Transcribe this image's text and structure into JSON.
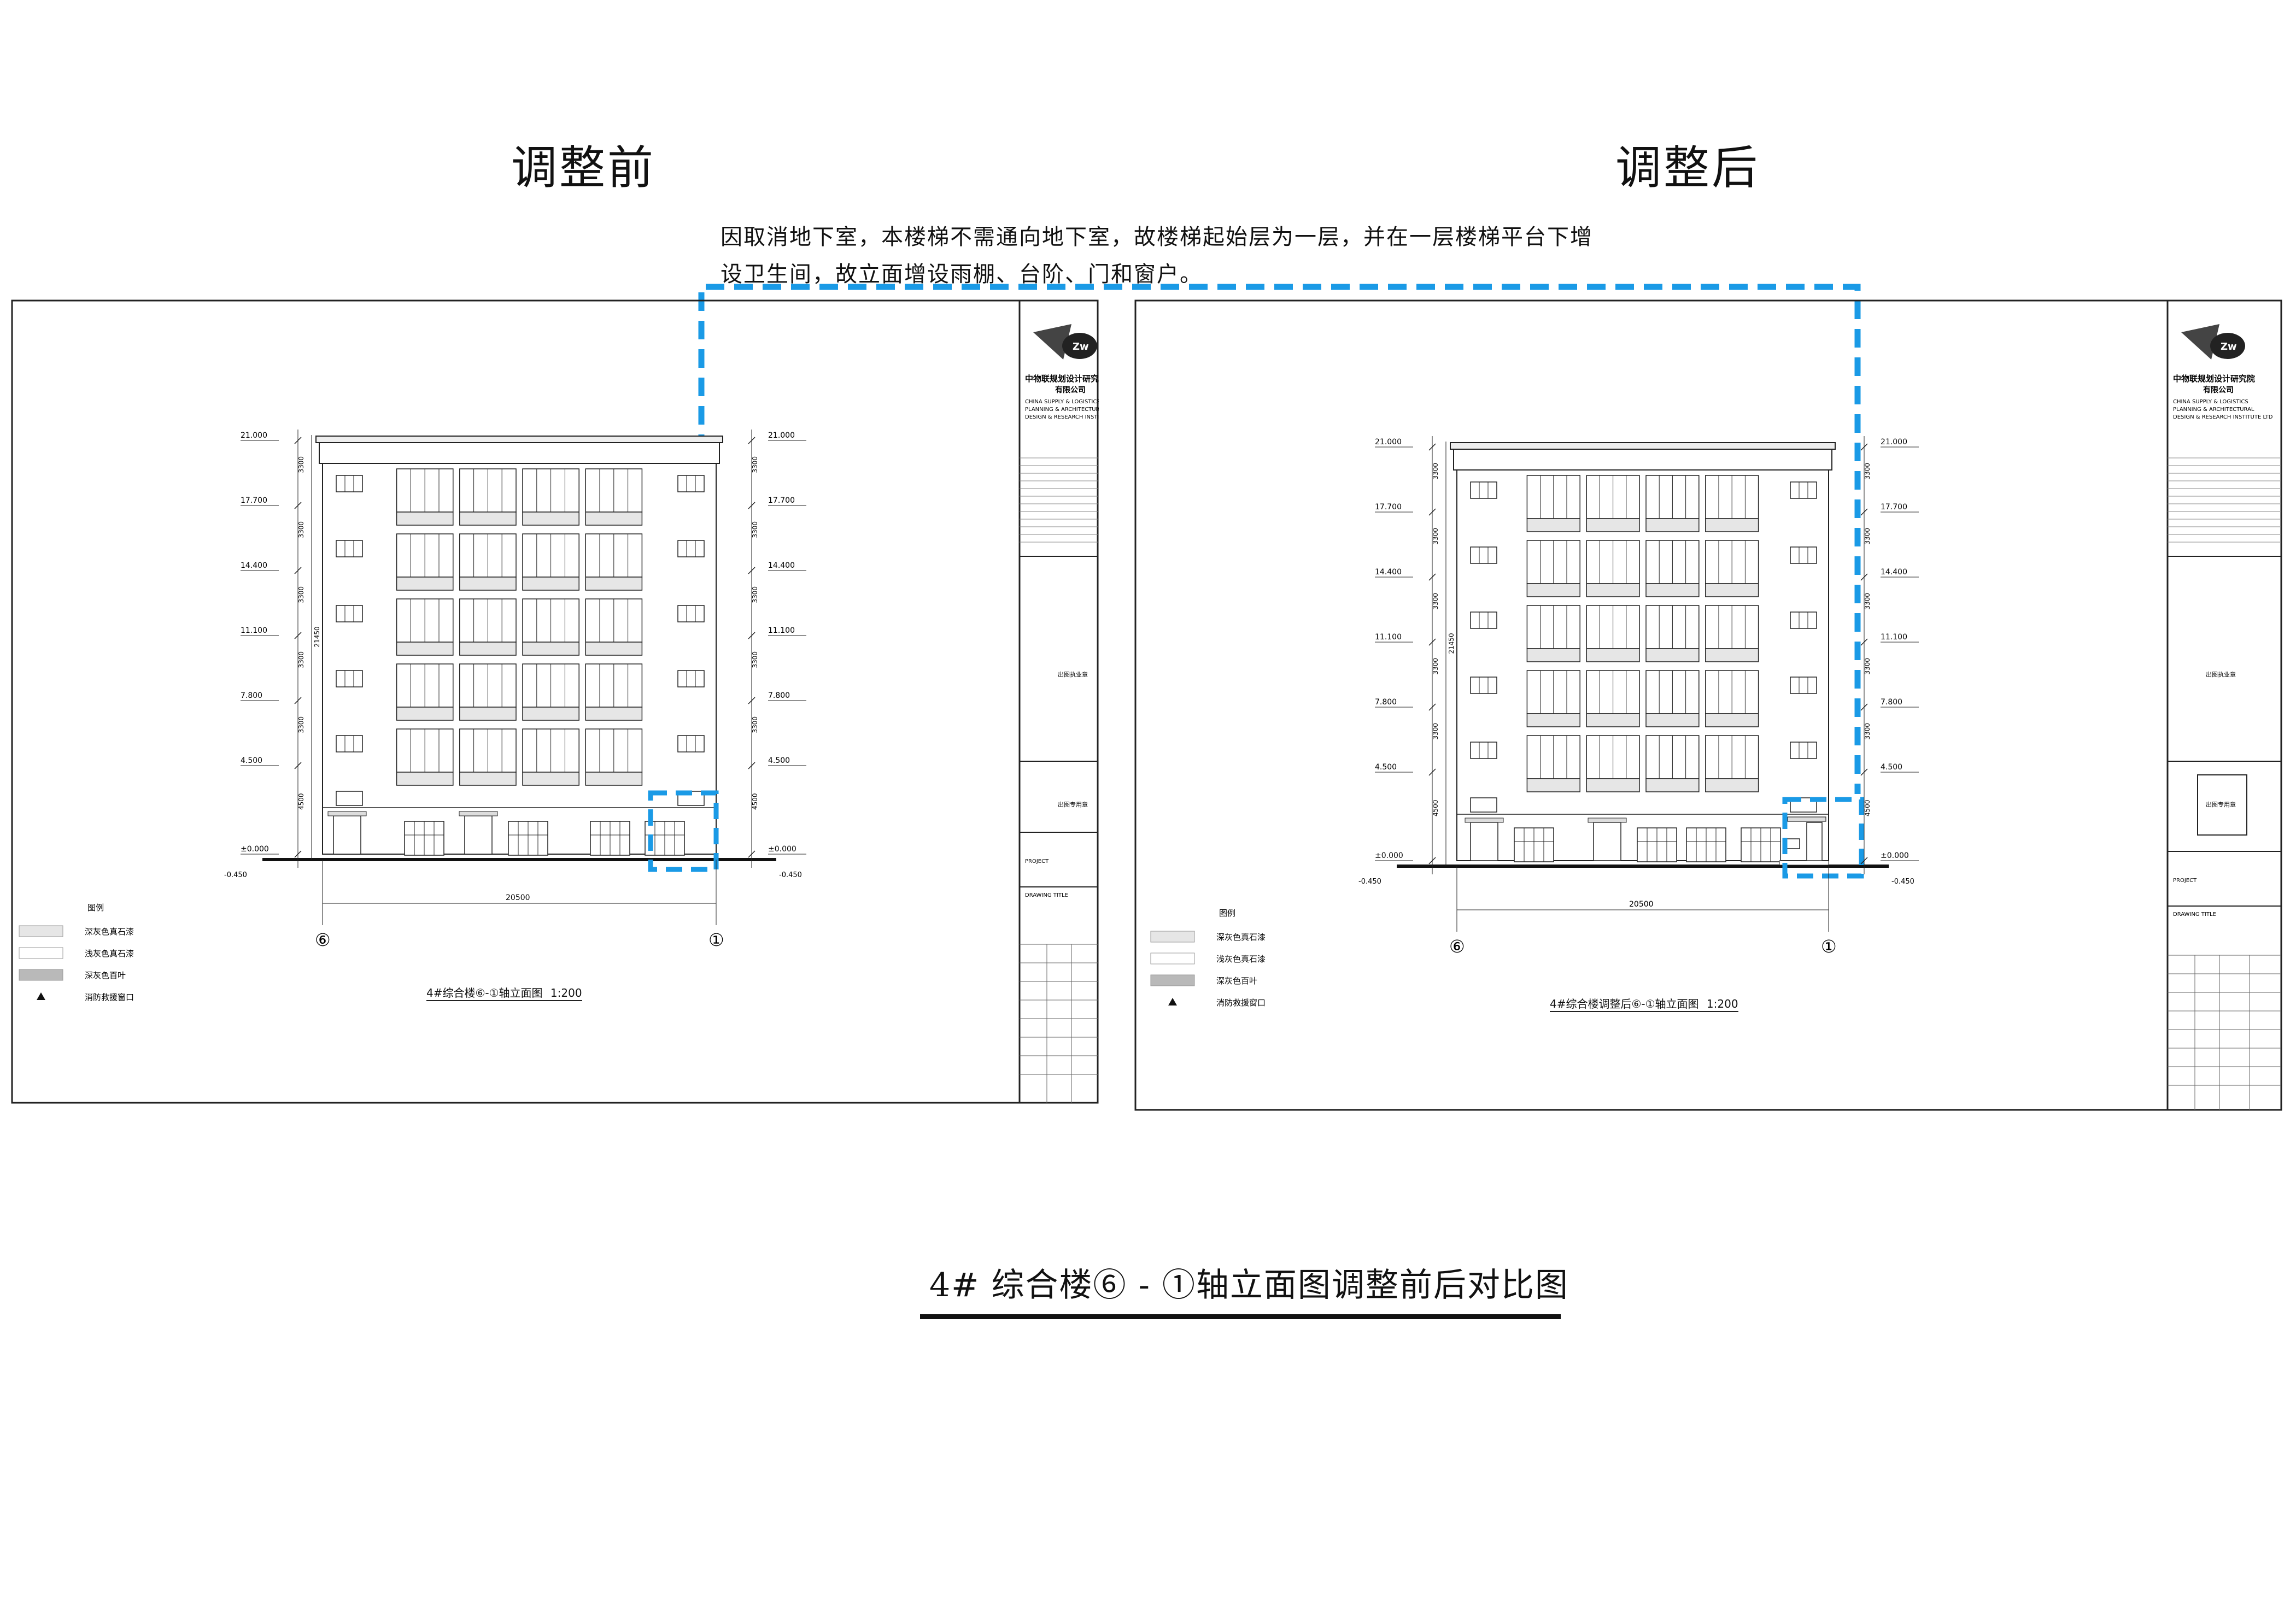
{
  "headings": {
    "before": "调整前",
    "after": "调整后"
  },
  "note": {
    "line1": "因取消地下室，本楼梯不需通向地下室，故楼梯起始层为一层，并在一层楼梯平台下增",
    "line2": "设卫生间，故立面增设雨棚、台阶、门和窗户。"
  },
  "bottom_caption": "4# 综合楼⑥ - ①轴立面图调整前后对比图",
  "sheets": [
    {
      "drawing_caption": "4#综合楼⑥-①轴立面图",
      "scale": "1:200",
      "company_cn": "中物联规划设计研究院",
      "company_cn2": "有限公司",
      "company_en1": "CHINA SUPPLY & LOGISTICS",
      "company_en2": "PLANNING & ARCHITECTURAL",
      "company_en3": "DESIGN & RESEARCH INSTITUTE LTD",
      "project_label": "PROJECT",
      "drawing_title_label": "DRAWING TITLE",
      "stamp_label": "出图执业章",
      "seal_label": "出图专用章"
    },
    {
      "drawing_caption": "4#综合楼调整后⑥-①轴立面图",
      "scale": "1:200",
      "company_cn": "中物联规划设计研究院",
      "company_cn2": "有限公司",
      "company_en1": "CHINA SUPPLY & LOGISTICS",
      "company_en2": "PLANNING & ARCHITECTURAL",
      "company_en3": "DESIGN & RESEARCH INSTITUTE LTD",
      "project_label": "PROJECT",
      "drawing_title_label": "DRAWING TITLE",
      "stamp_label": "出图执业章",
      "seal_label": "出图专用章"
    }
  ],
  "levels": [
    "21.000",
    "17.700",
    "14.400",
    "11.100",
    "7.800",
    "4.500",
    "±0.000",
    "-0.450"
  ],
  "segment_dims": [
    "3300",
    "3300",
    "3300",
    "3300",
    "3300",
    "4500"
  ],
  "total_height_dim": "21450",
  "width_dim": "20500",
  "axis_left": "⑥",
  "axis_right": "①",
  "legend": {
    "title": "图例",
    "items": [
      {
        "label": "深灰色真石漆",
        "color": "#e6e6e6"
      },
      {
        "label": "浅灰色真石漆",
        "color": "#ffffff"
      },
      {
        "label": "深灰色百叶",
        "color": "#b9b9b9"
      },
      {
        "label": "消防救援窗口",
        "color": "#111111"
      }
    ]
  },
  "colors": {
    "highlight": "#1a9ae6",
    "line": "#222222"
  }
}
